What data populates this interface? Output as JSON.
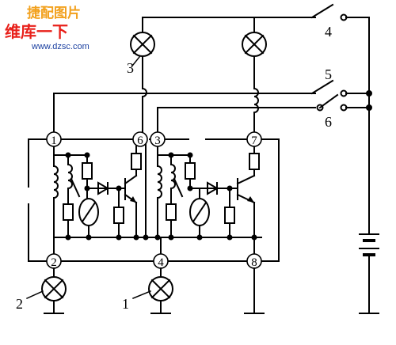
{
  "watermark": {
    "logo_top": "捷配图片",
    "logo_main": "维库一下",
    "url": "www.dzsc.com"
  },
  "labels": {
    "lamp_3": "3",
    "lamp_1": "1",
    "lamp_2": "2",
    "switch_4": "4",
    "switch_5": "5",
    "switch_6": "6"
  },
  "terminals": {
    "t1": "1",
    "t2": "2",
    "t3": "3",
    "t4": "4",
    "t6": "6",
    "t7": "7",
    "t8": "8"
  },
  "colors": {
    "line": "#000000",
    "background": "#ffffff",
    "watermark_logo": "#e8201a",
    "watermark_url": "#1a3fa0"
  }
}
